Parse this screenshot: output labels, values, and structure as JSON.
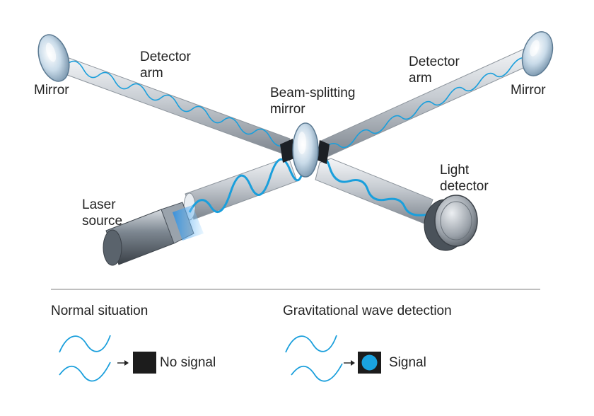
{
  "labels": {
    "mirror_left": "Mirror",
    "mirror_right": "Mirror",
    "detector_arm_left": [
      "Detector",
      "arm"
    ],
    "detector_arm_right": [
      "Detector",
      "arm"
    ],
    "beam_splitter": [
      "Beam-splitting",
      "mirror"
    ],
    "light_detector": [
      "Light",
      "detector"
    ],
    "laser_source": [
      "Laser",
      "source"
    ]
  },
  "legend": {
    "normal": {
      "title": "Normal situation",
      "result": "No signal"
    },
    "gravitational": {
      "title": "Gravitational wave detection",
      "result": "Signal"
    }
  },
  "colors": {
    "beam": "#1a9fdc",
    "signal_dot": "#1aa3e0",
    "no_signal_box": "#1c1c1c",
    "divider": "#999999",
    "text": "#222222"
  }
}
